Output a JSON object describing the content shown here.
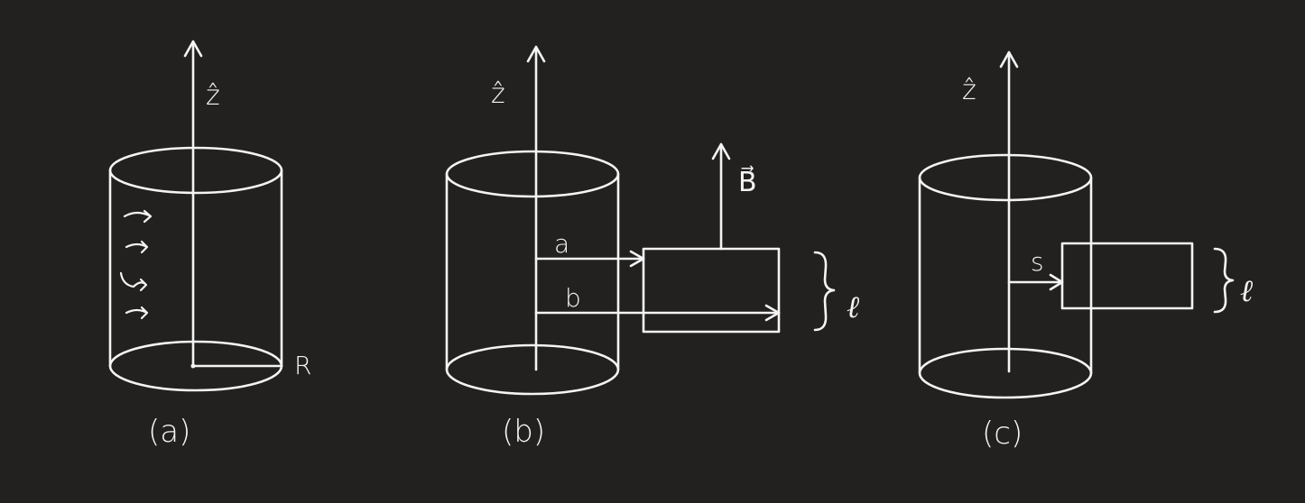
{
  "panels": {
    "a": {
      "caption": "(a)",
      "axis_label": "ẑ",
      "radius_label": "R"
    },
    "b": {
      "caption": "(b)",
      "axis_label": "ẑ",
      "field_label": "B⃗",
      "inner_label": "a",
      "outer_label": "b",
      "length_label": "ℓ"
    },
    "c": {
      "caption": "(c)",
      "axis_label": "ẑ",
      "distance_label": "s",
      "length_label": "ℓ"
    }
  },
  "colors": {
    "background": "#222120",
    "ink": "#f4f4f4"
  },
  "icons": {
    "arrowhead": "open-chevron-arrowhead",
    "brace": "right-curly-brace"
  }
}
